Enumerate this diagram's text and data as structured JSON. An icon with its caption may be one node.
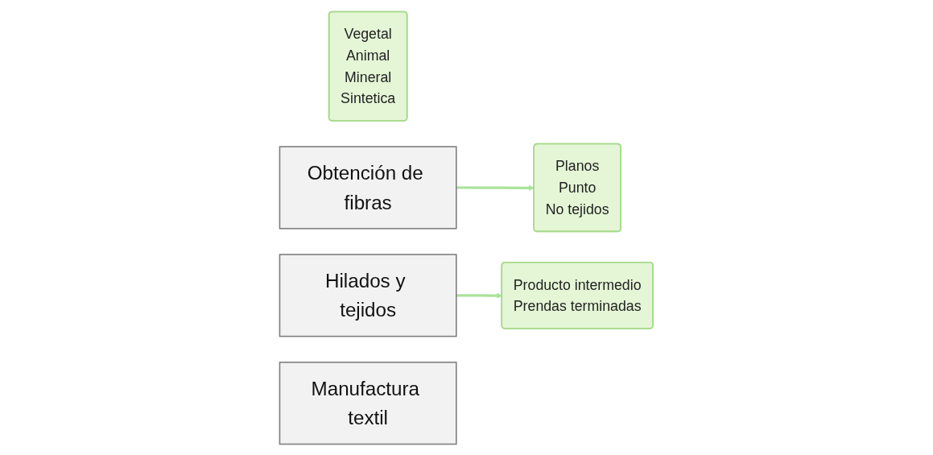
{
  "diagram": {
    "nodes": [
      {
        "text": [
          "Vegetal",
          "Animal",
          "Mineral",
          "Sintetica"
        ]
      },
      {
        "text": [
          "Obtención de fibras"
        ]
      },
      {
        "text": [
          "Planos",
          "Punto",
          "No tejidos"
        ]
      },
      {
        "text": [
          "Hilados y tejidos"
        ]
      },
      {
        "text": [
          "Producto intermedio",
          "Prendas terminadas"
        ]
      },
      {
        "text": [
          "Manufactura textil"
        ]
      }
    ],
    "edges": [
      {
        "from": 1,
        "to": 2,
        "arrow": "to"
      },
      {
        "from": 3,
        "to": 4,
        "arrow": "to"
      }
    ]
  }
}
